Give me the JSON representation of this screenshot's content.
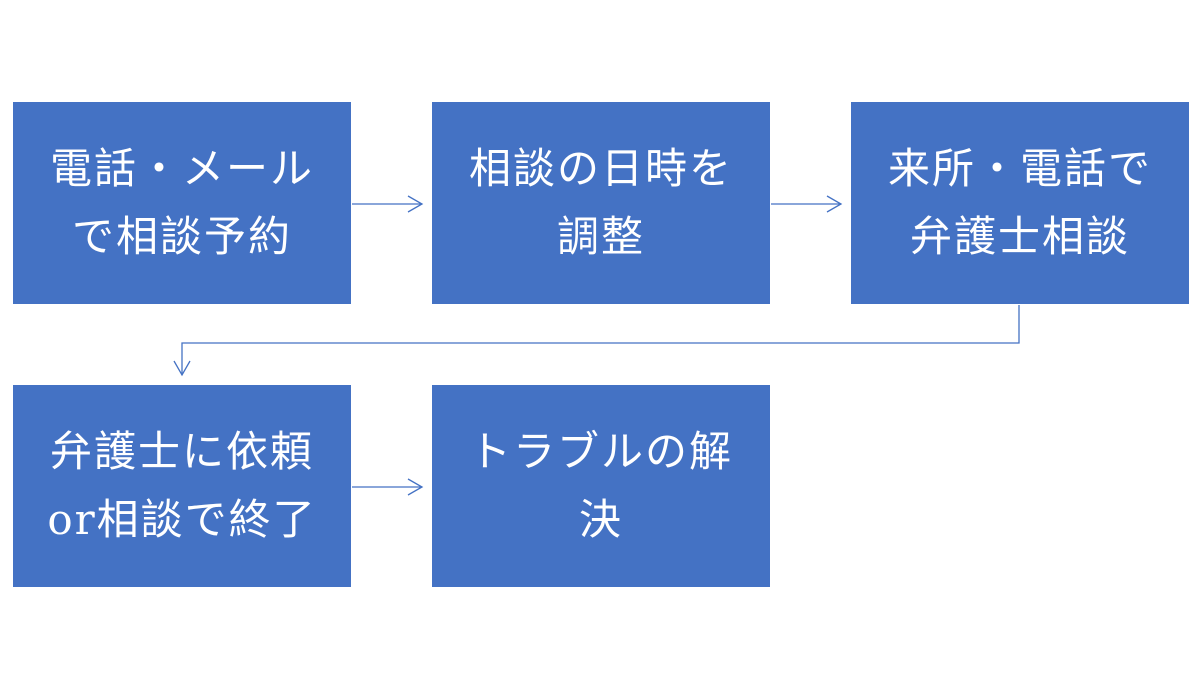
{
  "colors": {
    "box_fill": "#4472C4",
    "connector": "#4472C4",
    "text": "#FFFFFF"
  },
  "steps": [
    {
      "label": "電話・メール\nで相談予約"
    },
    {
      "label": "相談の日時を\n調整"
    },
    {
      "label": "来所・電話で\n弁護士相談"
    },
    {
      "label": "弁護士に依頼\nor相談で終了"
    },
    {
      "label": "トラブルの解\n決"
    }
  ]
}
